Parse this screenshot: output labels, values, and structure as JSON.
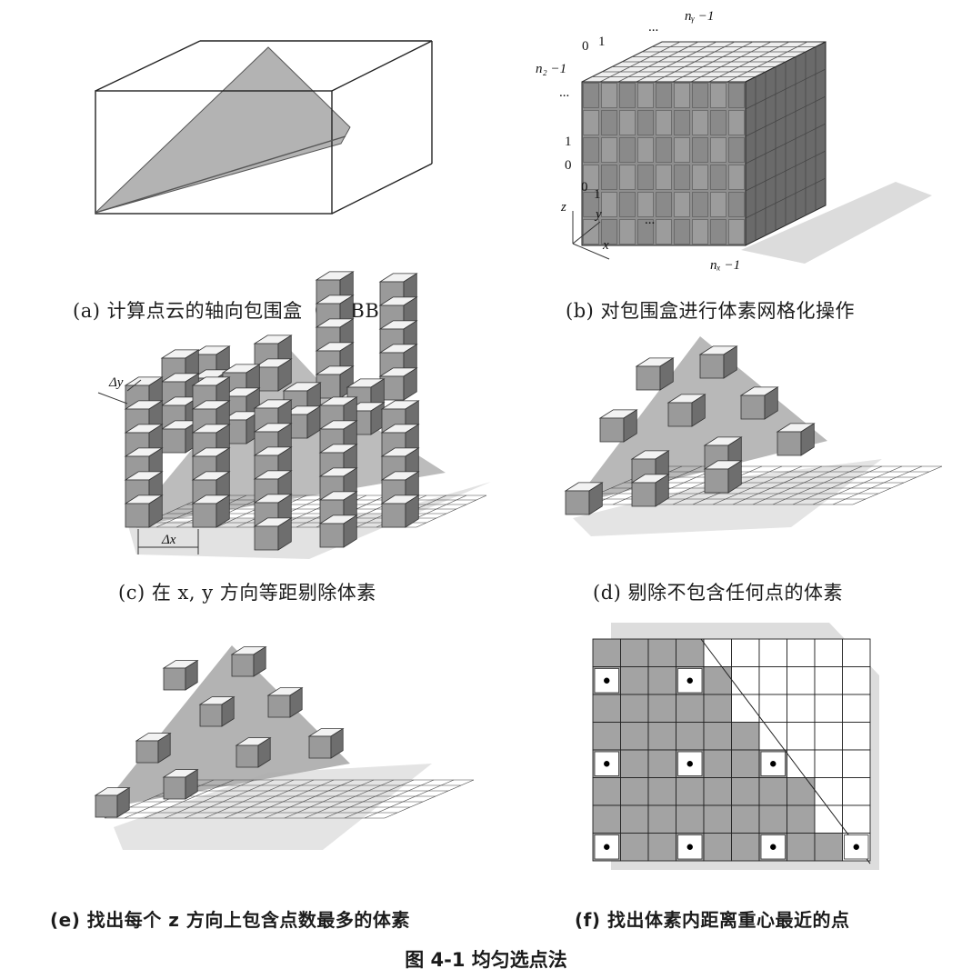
{
  "panels": {
    "a": {
      "caption": "(a) 计算点云的轴向包围盒（AABB）"
    },
    "b": {
      "caption": "(b) 对包围盒进行体素网格化操作",
      "labels": {
        "ny_minus_1": "nᵧ −1",
        "nz_minus_1": "n₂ −1",
        "nx_minus_1": "nₓ −1",
        "zero_top": "0",
        "one_top": "1",
        "dots_top": "...",
        "dots_left": "...",
        "one_left": "1",
        "zero_left": "0",
        "zero_bottom": "0",
        "one_bottom": "1",
        "dots_bottom": "...",
        "axis_z": "z",
        "axis_y": "y",
        "axis_x": "x"
      }
    },
    "c": {
      "caption": "(c) 在 x, y 方向等距剔除体素",
      "labels": {
        "dy": "Δy",
        "dx": "Δx"
      }
    },
    "d": {
      "caption": "(d) 剔除不包含任何点的体素"
    },
    "e": {
      "caption": "(e) 找出每个 z 方向上包含点数最多的体素"
    },
    "f": {
      "caption": "(f) 找出体素内距离重心最近的点"
    }
  },
  "figure_title": "图 4-1 均匀选点法",
  "colors": {
    "plane": "#a9a9a9",
    "cube_top": "#f2f2f2",
    "cube_front": "#9a9a9a",
    "cube_side": "#6e6e6e"
  }
}
